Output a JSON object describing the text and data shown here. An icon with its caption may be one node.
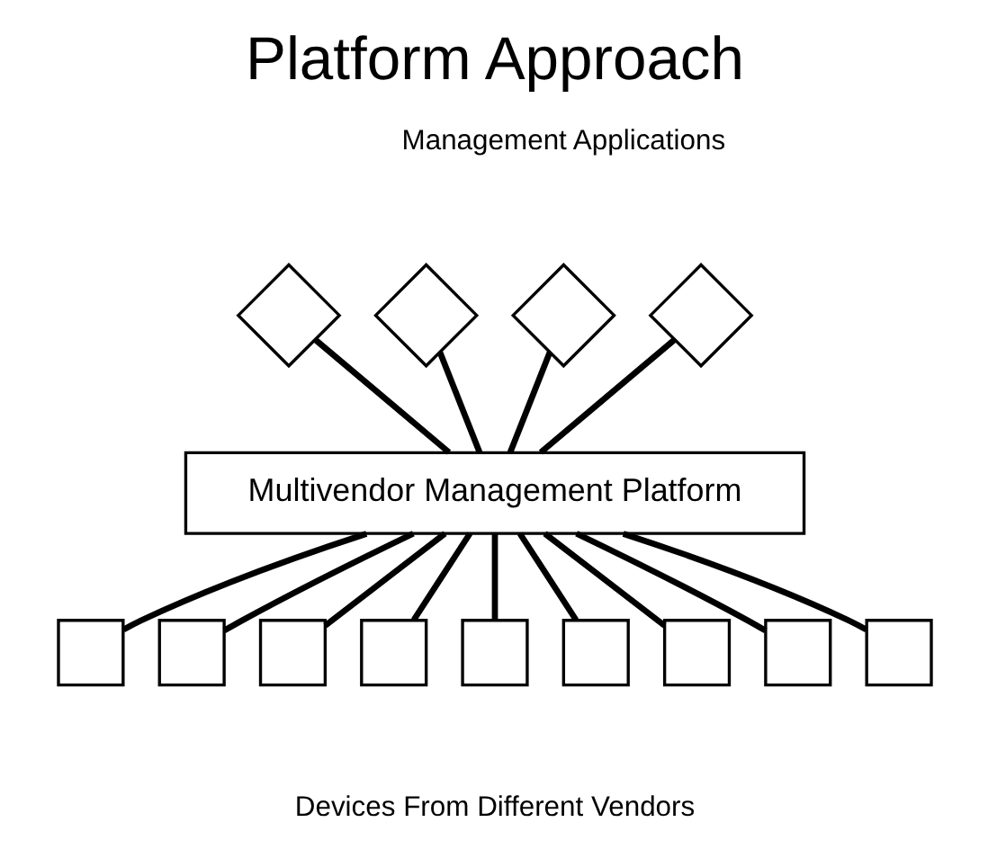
{
  "diagram": {
    "title": "Platform Approach",
    "nodes": [
      {
        "text": [],
        "shape": "diamond"
      },
      {
        "text": [],
        "shape": "diamond"
      },
      {
        "text": [],
        "shape": "diamond"
      },
      {
        "text": [],
        "shape": "diamond"
      },
      {
        "text": [
          "Multivendor Management Platform"
        ]
      },
      {
        "text": [],
        "shape": "box"
      },
      {
        "text": [],
        "shape": "box"
      },
      {
        "text": [],
        "shape": "box"
      },
      {
        "text": [],
        "shape": "box"
      },
      {
        "text": [],
        "shape": "box"
      },
      {
        "text": [],
        "shape": "box"
      },
      {
        "text": [],
        "shape": "box"
      },
      {
        "text": [],
        "shape": "box"
      },
      {
        "text": [],
        "shape": "box"
      }
    ],
    "edges": [
      {
        "from": 0,
        "to": 4,
        "arrow": "none"
      },
      {
        "from": 1,
        "to": 4,
        "arrow": "none"
      },
      {
        "from": 2,
        "to": 4,
        "arrow": "none"
      },
      {
        "from": 3,
        "to": 4,
        "arrow": "none"
      },
      {
        "from": 4,
        "to": 5,
        "arrow": "none"
      },
      {
        "from": 4,
        "to": 6,
        "arrow": "none"
      },
      {
        "from": 4,
        "to": 7,
        "arrow": "none"
      },
      {
        "from": 4,
        "to": 8,
        "arrow": "none"
      },
      {
        "from": 4,
        "to": 9,
        "arrow": "none"
      },
      {
        "from": 4,
        "to": 10,
        "arrow": "none"
      },
      {
        "from": 4,
        "to": 11,
        "arrow": "none"
      },
      {
        "from": 4,
        "to": 12,
        "arrow": "none"
      },
      {
        "from": 4,
        "to": 13,
        "arrow": "none"
      }
    ],
    "labels": [
      "Management Applications",
      "Devices From Different Vendors"
    ]
  }
}
